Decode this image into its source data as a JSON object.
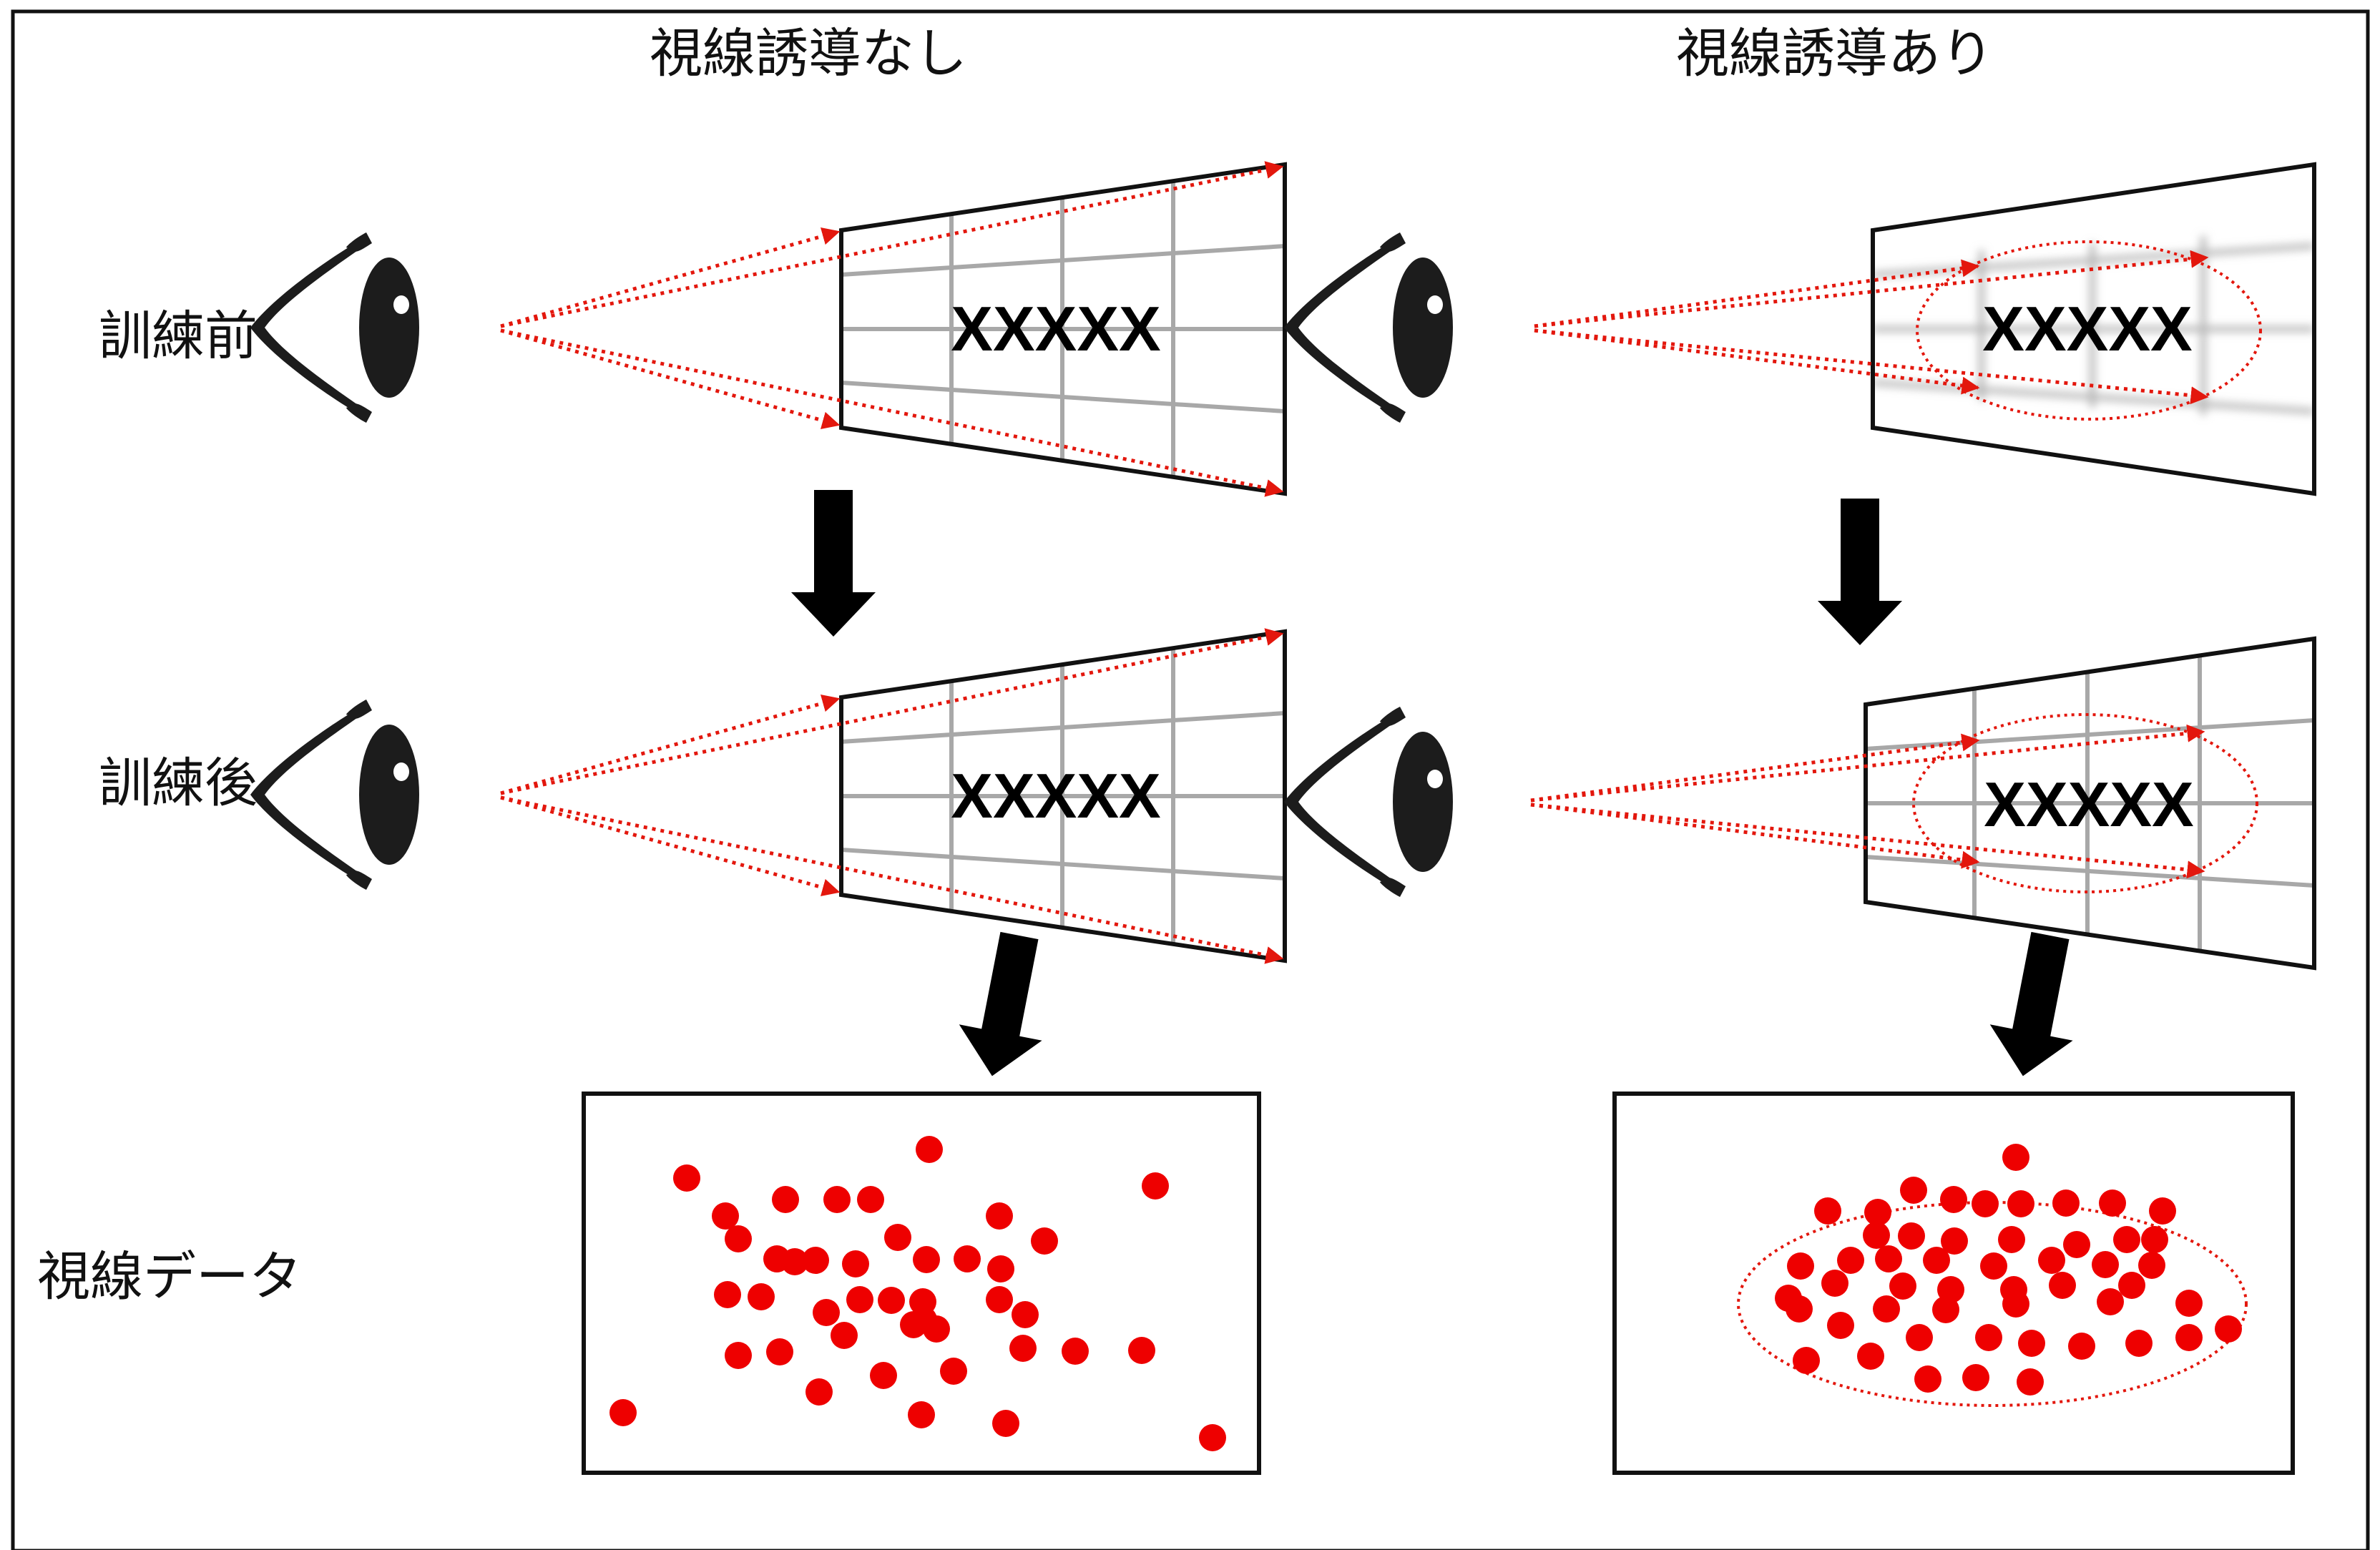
{
  "columns": {
    "without_guidance": "視線誘導なし",
    "with_guidance": "視線誘導あり"
  },
  "rows": {
    "before_training": "訓練前",
    "after_training": "訓練後",
    "gaze_data": "視線データ"
  },
  "display_text": "XXXXX",
  "colors": {
    "gaze_line": "#e3170d",
    "dot": "#ee0000",
    "ink": "#111111",
    "grid": "#a8a8a8"
  },
  "icons": {
    "eye": "eye-icon",
    "arrow": "down-arrow-icon"
  },
  "gaze_points": {
    "without_guidance_count": 45,
    "with_guidance_count": 46
  }
}
